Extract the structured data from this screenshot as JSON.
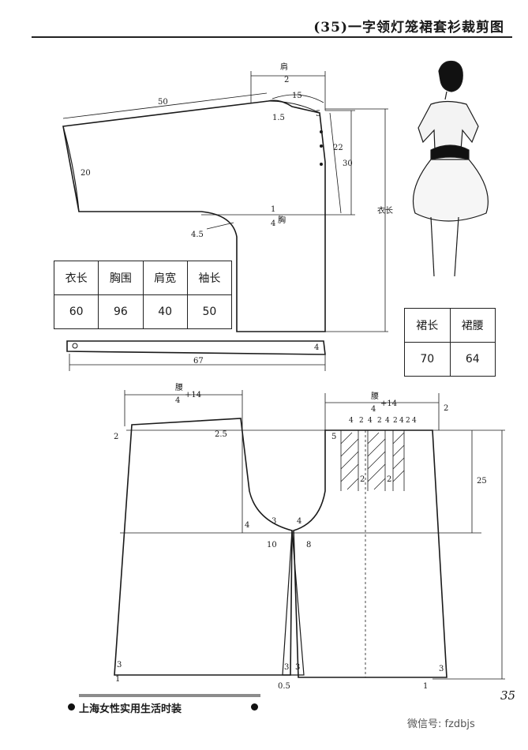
{
  "header": {
    "title": "(35)一字领灯笼裙套衫裁剪图"
  },
  "top_pattern_labels": {
    "shoulder_half": "肩",
    "shoulder_half_denom": "2",
    "sleeve_len": "50",
    "dim_15": "15",
    "dim_1_5": "1.5",
    "dim_5": "5",
    "dim_22": "22",
    "dim_30": "30",
    "dim_20": "20",
    "chest_quarter_num": "1",
    "chest_quarter_denom": "4",
    "chest_quarter_word": "胸",
    "dim_4_5": "4.5",
    "garment_length": "衣长",
    "belt_4": "4",
    "belt_67": "67"
  },
  "top_table": {
    "headers": [
      "衣长",
      "胸围",
      "肩宽",
      "袖长"
    ],
    "values": [
      "60",
      "96",
      "40",
      "50"
    ]
  },
  "skirt_table": {
    "headers": [
      "裙长",
      "裙腰"
    ],
    "values": [
      "70",
      "64"
    ]
  },
  "skirt_labels": {
    "waist_quarter_left": "腰",
    "waist_quarter_left_denom": "4",
    "waist_quarter_left_plus": "+14",
    "waist_quarter_right": "腰",
    "waist_quarter_right_denom": "4",
    "waist_quarter_right_plus": "+14",
    "dim_2_left": "2",
    "dim_2_5": "2.5",
    "dim_4a": "4",
    "dim_3a": "3",
    "dim_10": "10",
    "dim_4b": "4",
    "dim_8": "8",
    "dim_3_left_hem": "3",
    "dim_1_left": "1",
    "dim_3_mid_a": "3",
    "dim_3_mid_b": "3",
    "dim_0_5": "0.5",
    "dim_5_right": "5",
    "pleat_4s": [
      "4",
      "2",
      "4",
      "2",
      "4",
      "2",
      "4",
      "2",
      "4"
    ],
    "pleat_2a": "2",
    "pleat_2b": "2",
    "dim_2_right_top": "2",
    "dim_25": "25",
    "dim_3_right_hem": "3",
    "dim_1_right": "1"
  },
  "footer": {
    "book_title": "上海女性实用生活时装",
    "page_number": "35",
    "wechat": "微信号: fzdbjs"
  }
}
